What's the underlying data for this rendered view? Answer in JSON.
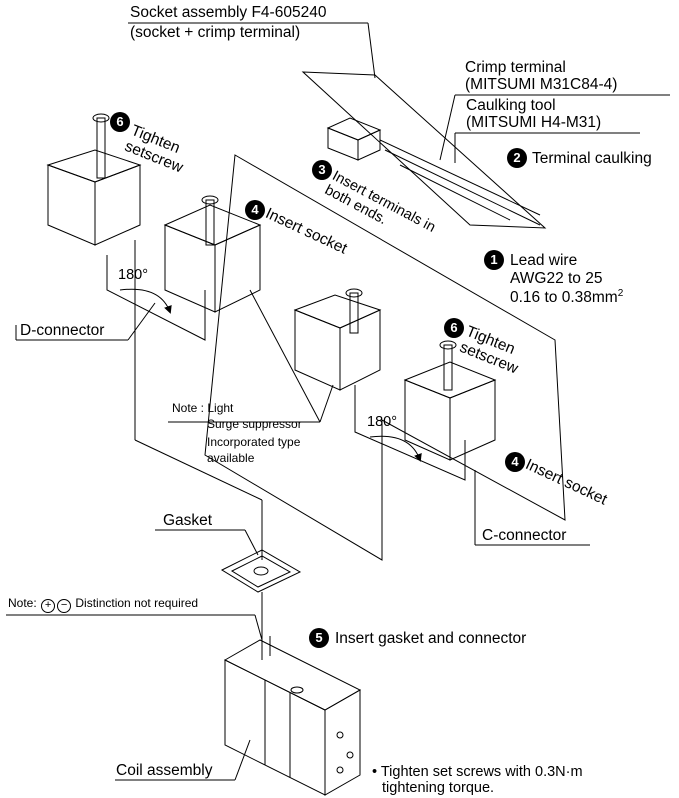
{
  "labels": {
    "socket_assembly": "Socket assembly F4-605240",
    "socket_assembly_sub": "(socket + crimp terminal)",
    "crimp_terminal": "Crimp terminal",
    "crimp_terminal_part": "(MITSUMI M31C84-4)",
    "caulking_tool": "Caulking tool",
    "caulking_tool_part": "(MITSUMI H4-M31)",
    "terminal_caulking": "Terminal caulking",
    "insert_terminals_1": "Insert terminals in",
    "insert_terminals_2": "both ends.",
    "lead_wire": "Lead wire",
    "awg": "AWG22 to 25",
    "mm2": "0.16 to 0.38mm",
    "mm2_sup": "2",
    "tighten": "Tighten",
    "setscrew": "setscrew",
    "insert_socket": "Insert socket",
    "angle": "180°",
    "d_connector": "D-connector",
    "c_connector": "C-connector",
    "note_prefix": "Note :",
    "note_light": "Light",
    "note_surge": "Surge suppressor",
    "note_incorporated": "Incorporated type",
    "note_available": "available",
    "gasket": "Gasket",
    "note_pm_prefix": "Note:",
    "plus_sign": "+",
    "minus_sign": "−",
    "note_pm_text": "Distinction not required",
    "insert_gasket": "Insert gasket and connector",
    "coil_assembly": "Coil assembly",
    "torque_1": "• Tighten set screws with 0.3N·m",
    "torque_2": "tightening torque."
  },
  "steps": [
    "1",
    "2",
    "3",
    "4",
    "5",
    "6"
  ],
  "colors": {
    "line": "#000000",
    "badge": "#000000",
    "background": "#ffffff"
  }
}
